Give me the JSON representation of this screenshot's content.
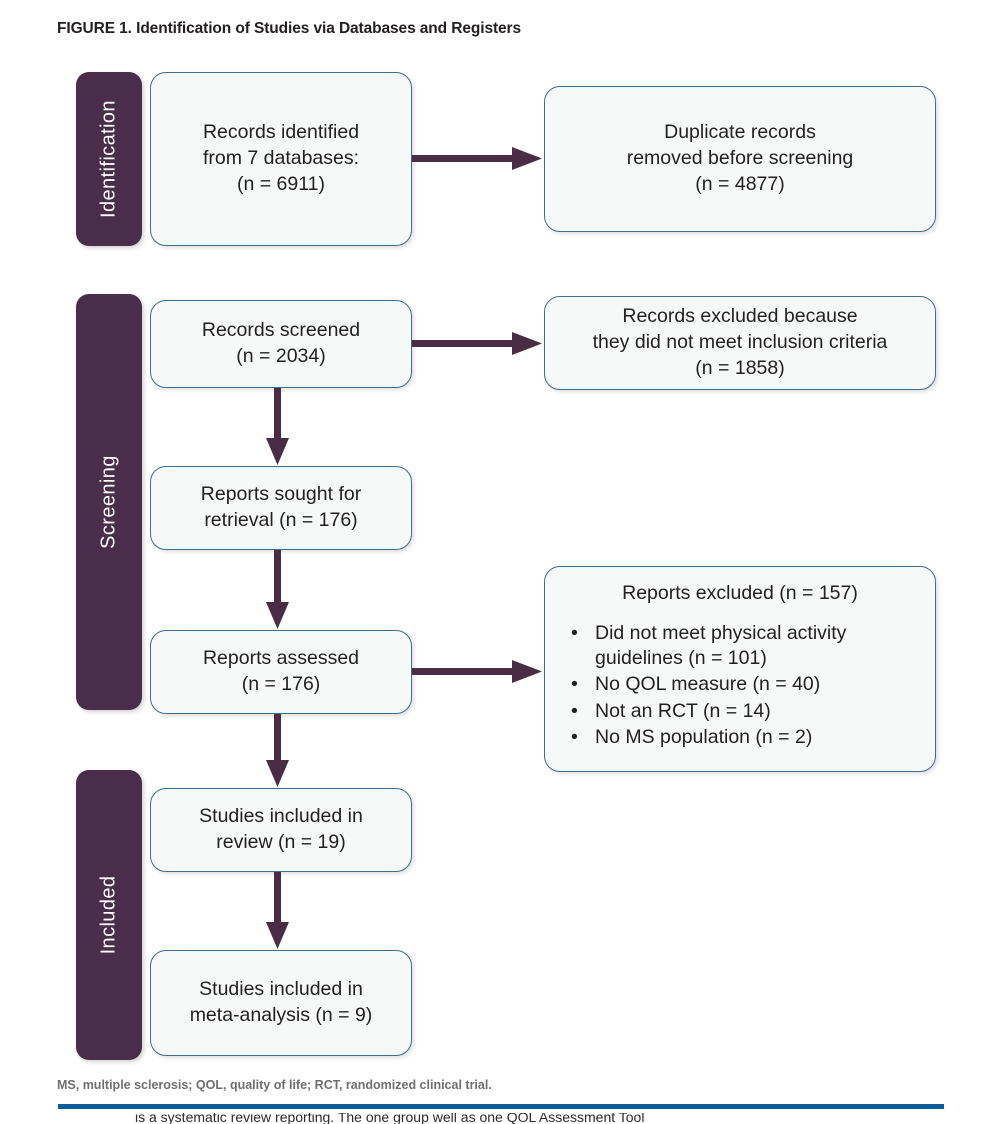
{
  "figure": {
    "label": "FIGURE 1.",
    "title": "Identification of Studies via Databases and Registers"
  },
  "stages": [
    {
      "id": "identification",
      "label": "Identification"
    },
    {
      "id": "screening",
      "label": "Screening"
    },
    {
      "id": "included",
      "label": "Included"
    }
  ],
  "boxes": {
    "records_identified": {
      "line1": "Records identified",
      "line2": "from 7 databases:",
      "line3": "(n = 6911)"
    },
    "duplicates_removed": {
      "line1": "Duplicate records",
      "line2": "removed before screening",
      "line3": "(n = 4877)"
    },
    "records_screened": {
      "line1": "Records screened",
      "line2": "(n = 2034)"
    },
    "records_excluded": {
      "line1": "Records excluded because",
      "line2": "they did not meet inclusion criteria",
      "line3": "(n = 1858)"
    },
    "reports_sought": {
      "line1": "Reports sought for",
      "line2": "retrieval (n = 176)"
    },
    "reports_assessed": {
      "line1": "Reports assessed",
      "line2": "(n = 176)"
    },
    "reports_excluded": {
      "heading": "Reports excluded (n = 157)",
      "bullet_glyph": "•",
      "items": [
        "Did not meet physical activity guidelines (n = 101)",
        "No QOL measure (n = 40)",
        "Not an RCT (n = 14)",
        "No MS population (n = 2)"
      ]
    },
    "studies_review": {
      "line1": "Studies included in",
      "line2": "review (n = 19)"
    },
    "studies_meta": {
      "line1": "Studies included in",
      "line2": "meta-analysis (n = 9)"
    }
  },
  "footnote": "MS, multiple sclerosis; QOL, quality of life; RCT, randomized clinical trial.",
  "clipped_caption": "is a systematic review reporting. The one group well as one QOL Assessment Tool",
  "colors": {
    "stage_bar": "#4a2d4a",
    "box_border": "#3d6e8d",
    "box_fill": "#f7f9f9",
    "arrow": "#4a2d45",
    "rule": "#0b5e9e",
    "footnote_text": "#6f6f72",
    "body_text": "#231f20"
  }
}
